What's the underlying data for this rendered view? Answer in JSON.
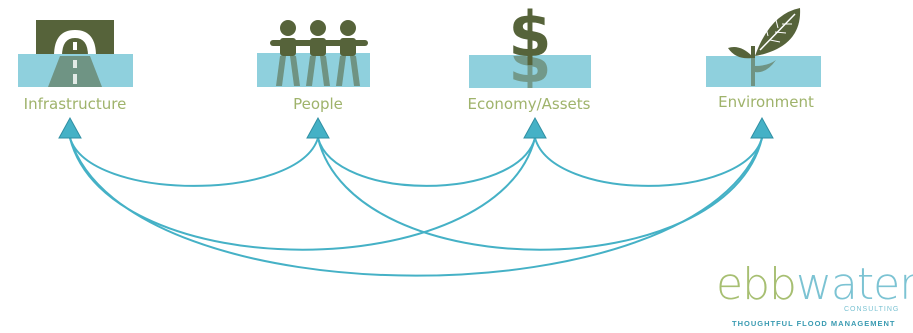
{
  "nodes": [
    {
      "id": "infrastructure",
      "label": "Infrastructure",
      "icon": "road-icon"
    },
    {
      "id": "people",
      "label": "People",
      "icon": "people-icon"
    },
    {
      "id": "economy",
      "label": "Economy/Assets",
      "icon": "dollar-icon"
    },
    {
      "id": "environment",
      "label": "Environment",
      "icon": "plant-icon"
    }
  ],
  "links": [
    [
      "infrastructure",
      "people"
    ],
    [
      "infrastructure",
      "economy"
    ],
    [
      "infrastructure",
      "environment"
    ],
    [
      "people",
      "economy"
    ],
    [
      "people",
      "environment"
    ],
    [
      "economy",
      "environment"
    ]
  ],
  "logo": {
    "part1": "ebb",
    "part2": "water",
    "sub": "CONSULTING",
    "tagline": "THOUGHTFUL FLOOD MANAGEMENT"
  },
  "colors": {
    "water": "#8fd0dd",
    "icon": "#56633a",
    "label": "#9fb36b",
    "arrow": "#45b1c6"
  }
}
